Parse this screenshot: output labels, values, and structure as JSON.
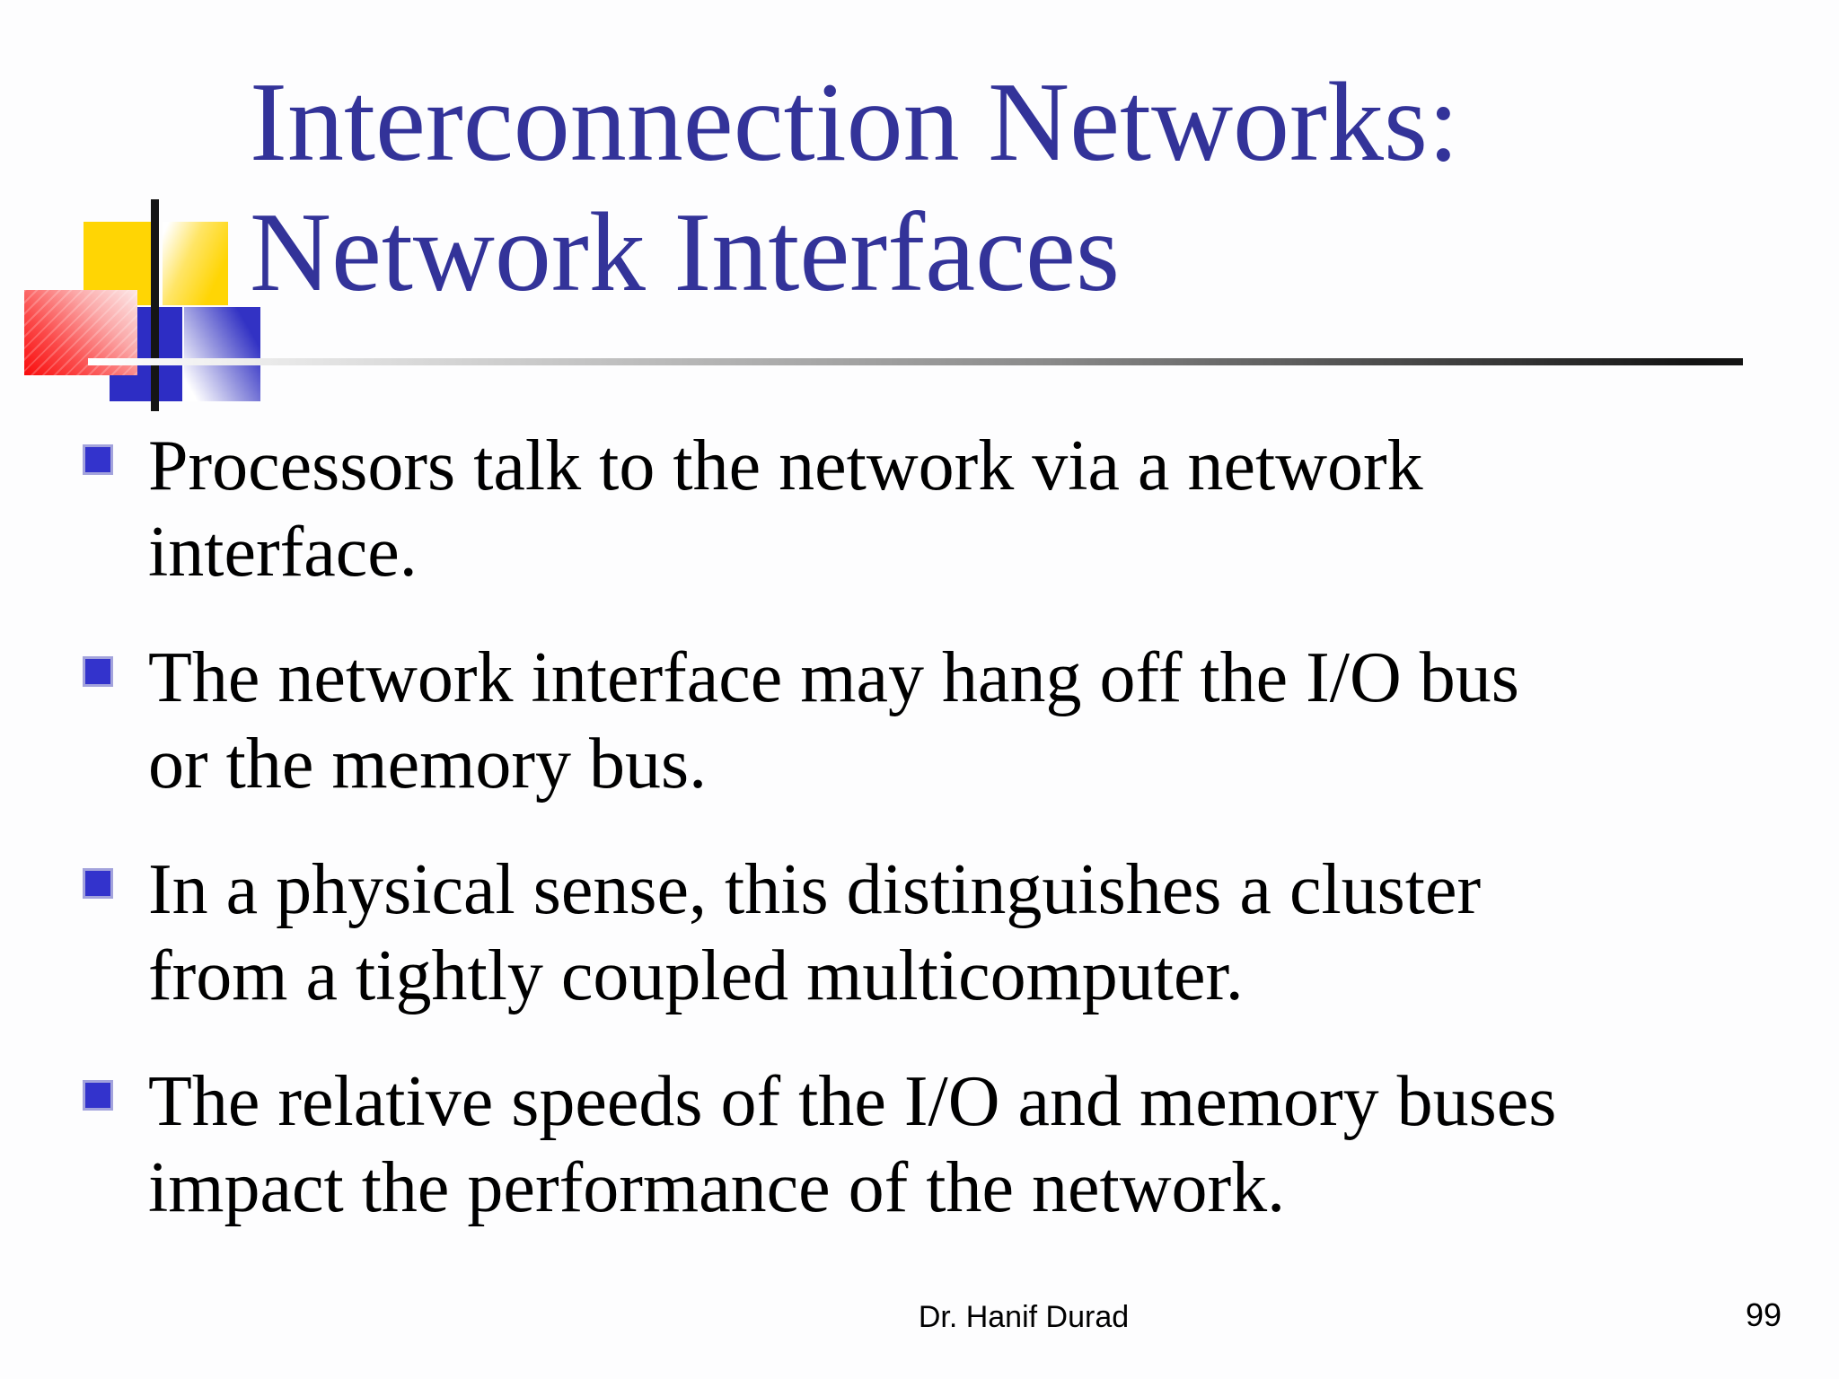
{
  "slide": {
    "title": "Interconnection Networks:\nNetwork Interfaces",
    "bullets": [
      {
        "text": "Processors talk to the network via a network\ninterface."
      },
      {
        "text": "The network interface may hang off the I/O bus\nor the memory bus."
      },
      {
        "text": "In a physical sense, this distinguishes a cluster\nfrom a tightly coupled multicomputer."
      },
      {
        "text": "The relative speeds of the I/O and memory buses\nimpact the performance of the network."
      }
    ],
    "footer": {
      "author": "Dr. Hanif Durad",
      "page_number": "99"
    },
    "colors": {
      "title_text": "#333399",
      "body_text": "#000000",
      "bullet_square": "#3333cc",
      "logo_yellow": "#ffd504",
      "logo_blue": "#2d2dc4",
      "logo_red": "#f90c0c",
      "divider_dark_end": "#141414"
    }
  }
}
